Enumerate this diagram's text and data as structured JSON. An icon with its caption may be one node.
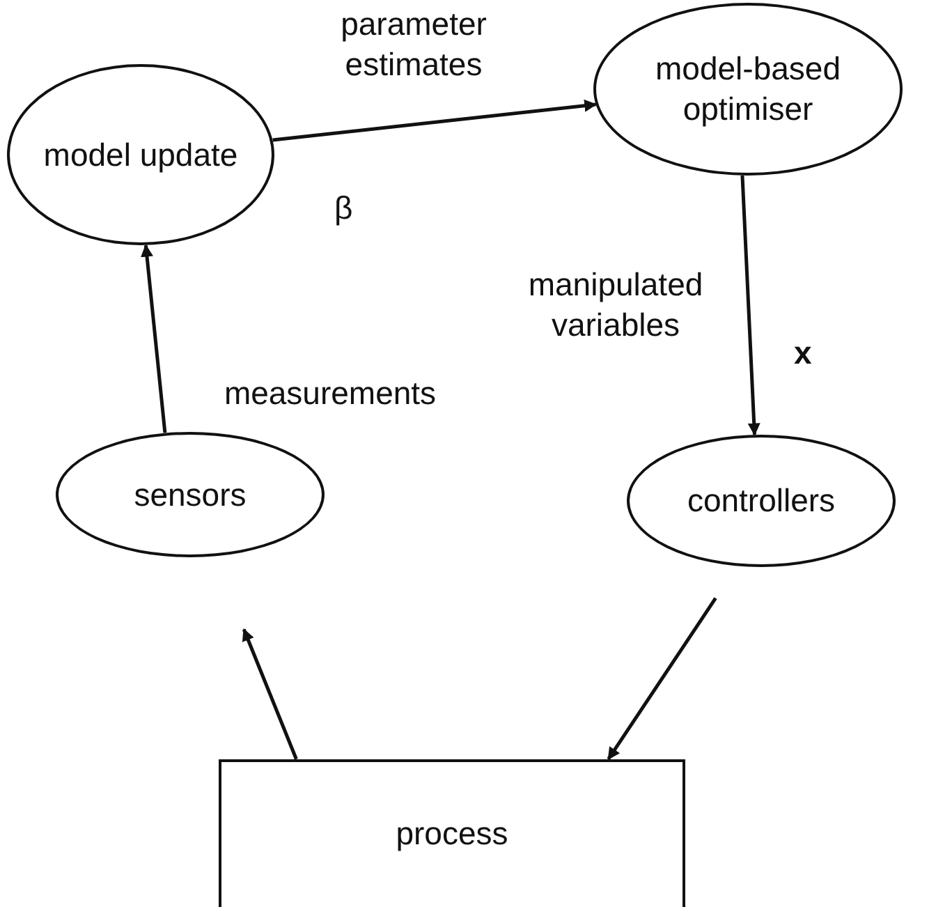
{
  "diagram": {
    "nodes": [
      {
        "text": [
          "model update"
        ]
      },
      {
        "text": [
          "model-based optimiser"
        ]
      },
      {
        "text": [
          "sensors"
        ]
      },
      {
        "text": [
          "controllers"
        ]
      },
      {
        "text": [
          "process"
        ]
      }
    ],
    "edges": [
      {
        "from": 0,
        "to": 1,
        "arrow": "to",
        "label": "parameter estimates"
      },
      {
        "from": 1,
        "to": 3,
        "arrow": "to",
        "label": "manipulated variables"
      },
      {
        "from": 2,
        "to": 0,
        "arrow": "to",
        "label": "measurements"
      },
      {
        "from": 4,
        "to": 2,
        "arrow": "to"
      },
      {
        "from": 3,
        "to": 4,
        "arrow": "to"
      }
    ],
    "labels": [
      "β",
      "x"
    ]
  }
}
